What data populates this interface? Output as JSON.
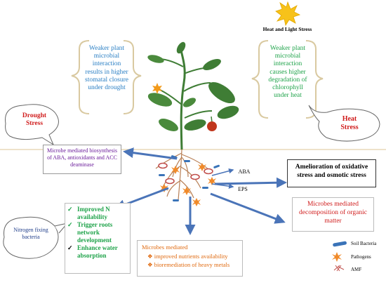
{
  "colors": {
    "blue_text": "#2a7fc4",
    "green_text": "#1fa34a",
    "red_text": "#d01c1c",
    "purple_text": "#6a1b9a",
    "orange_text": "#e06a10",
    "arrow": "#4a74b8",
    "plant": "#3f7d35",
    "sun": "#f7c21a",
    "soil_bacteria": "#3a73b8",
    "pathogens": "#f08a2a",
    "amf": "#c0504d"
  },
  "icons": [
    "sun-icon",
    "speech-bubble",
    "soil-bacteria-icon",
    "pathogen-icon",
    "amf-icon",
    "plant-illustration",
    "tomato-fruit",
    "flower-icon"
  ],
  "heat_light": {
    "title": "Heat and Light Stress"
  },
  "left_brace_text": "Weaker plant microbial interaction results in higher stomatal closure under drought",
  "right_brace_text": "Weaker plant microbial interaction causes higher degradation of chlorophyll under heat",
  "drought_bubble": {
    "line1": "Drought",
    "line2": "Stress"
  },
  "heat_bubble": {
    "line1": "Heat",
    "line2": "Stress"
  },
  "microbe_aba_box": "Microbe mediated biosynthesis of ABA, antioxidants and ACC deaminase",
  "amelioration_box": "Amelioration of oxidative stress and osmotic stress",
  "aba_label": "ABA",
  "eps_label": "EPS",
  "decomposition_text": "Microbes mediated decomposition of organic matter",
  "nitrogen_bubble": "Nitrogen fixing bacteria",
  "benefits": [
    {
      "mark": "✓",
      "text": "Improved N availability"
    },
    {
      "mark": "✓",
      "text": "Trigger roots network development"
    },
    {
      "mark": "✓",
      "text": "Enhance water absorption"
    }
  ],
  "microbes_mediated": {
    "title": "Microbes mediated",
    "items": [
      {
        "mark": "❖",
        "text": "improved nutrients availability"
      },
      {
        "mark": "❖",
        "text": "bioremediation of heavy metals"
      }
    ]
  },
  "legend": [
    {
      "icon": "soil-bacteria-icon",
      "label": "Soil Bacteria"
    },
    {
      "icon": "pathogen-icon",
      "label": "Pathogens"
    },
    {
      "icon": "amf-icon",
      "label": "AMF"
    }
  ]
}
